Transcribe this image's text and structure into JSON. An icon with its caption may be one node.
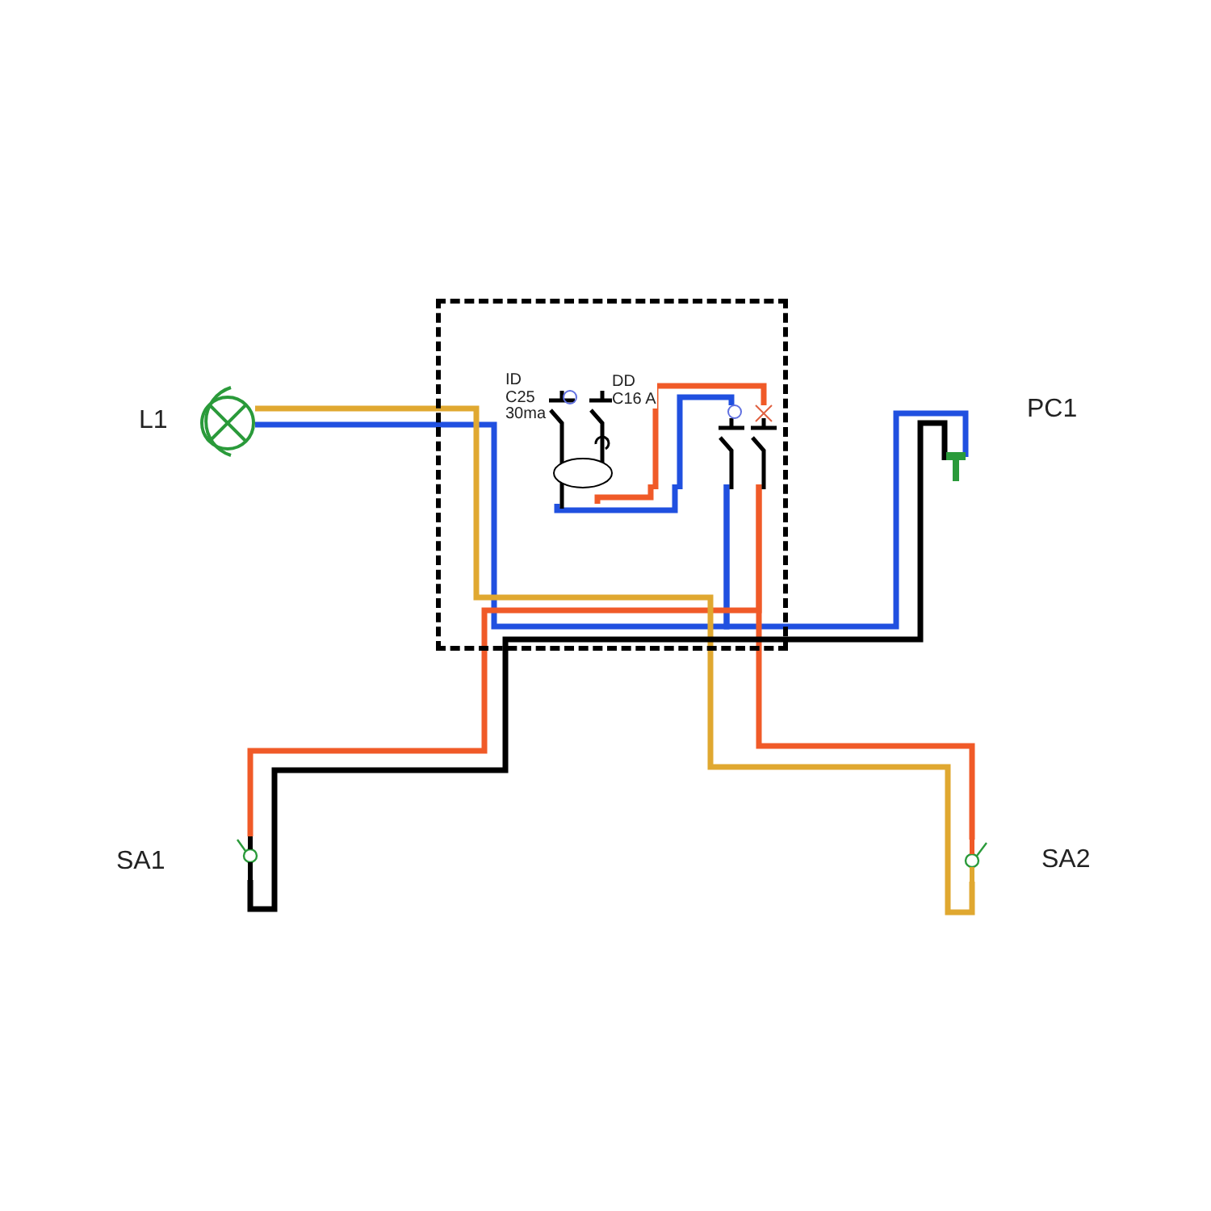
{
  "diagram": {
    "nodes": [
      {
        "text": [],
        "shape": "box"
      },
      {
        "text": [
          "ID C25 30ma"
        ],
        "in": 0
      },
      {
        "text": [
          "DD C16 A"
        ],
        "in": 0
      },
      {
        "text": [
          "L1"
        ]
      },
      {
        "text": [
          "PC1"
        ]
      },
      {
        "text": [
          "SA1"
        ]
      },
      {
        "text": [
          "SA2"
        ]
      }
    ],
    "edges": [
      {
        "from": 1,
        "to": 2,
        "arrow": "none",
        "color": "#2050e0"
      },
      {
        "from": 1,
        "to": 2,
        "arrow": "none",
        "color": "#f05a28"
      },
      {
        "from": 2,
        "to": 3,
        "arrow": "none",
        "color": "#2050e0"
      },
      {
        "from": 2,
        "to": 4,
        "arrow": "none",
        "color": "#2050e0"
      },
      {
        "from": 2,
        "to": 5,
        "arrow": "none",
        "color": "#f05a28"
      },
      {
        "from": 2,
        "to": 6,
        "arrow": "none",
        "color": "#f05a28"
      },
      {
        "from": 3,
        "to": 6,
        "arrow": "none",
        "color": "#e0a830"
      },
      {
        "from": 5,
        "to": 4,
        "arrow": "none",
        "color": "#000000"
      }
    ]
  }
}
